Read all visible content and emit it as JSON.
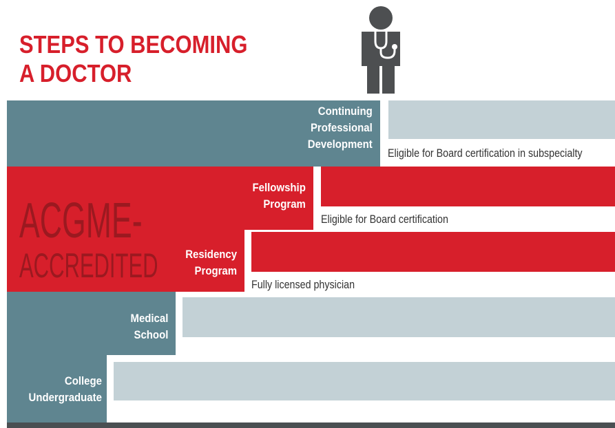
{
  "title": {
    "line1": "STEPS TO BECOMING",
    "line2": "A DOCTOR"
  },
  "accreditation": {
    "line1": "ACGME-",
    "line2": "ACCREDITED"
  },
  "steps": [
    {
      "label_lines": [
        "College",
        "Undergraduate"
      ]
    },
    {
      "label_lines": [
        "Medical",
        "School"
      ]
    },
    {
      "label_lines": [
        "Residency",
        "Program"
      ],
      "note": "Fully licensed physician"
    },
    {
      "label_lines": [
        "Fellowship",
        "Program"
      ],
      "note": "Eligible for Board certification"
    },
    {
      "label_lines": [
        "Continuing",
        "Professional",
        "Development"
      ],
      "note": "Eligible for Board certification in subspecialty"
    }
  ],
  "icons": {
    "doctor": "doctor-with-stethoscope-icon"
  },
  "colors": {
    "red": "#d71f2b",
    "teal": "#5f8590",
    "light_grey": "#c3d1d6",
    "dark_red_text": "#9b1920"
  }
}
